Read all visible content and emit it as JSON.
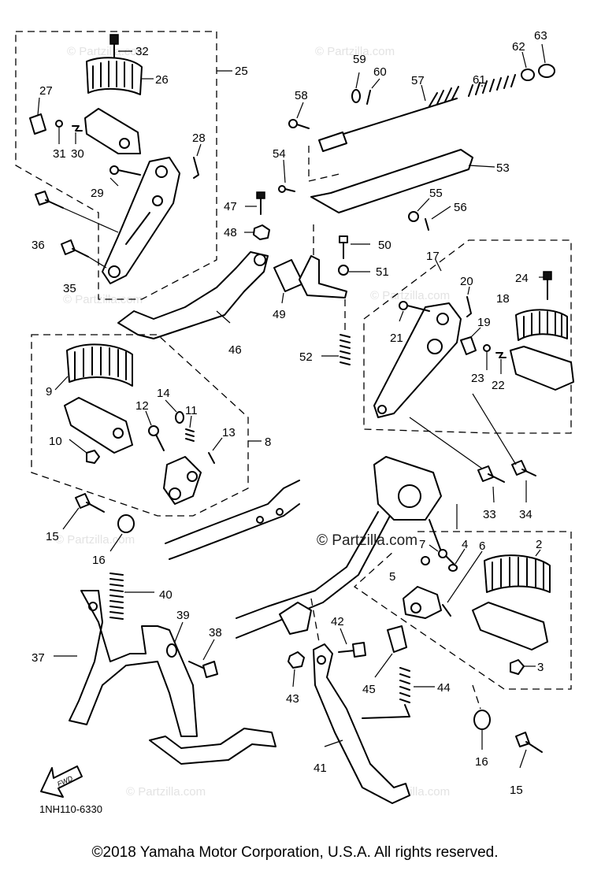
{
  "diagram": {
    "callouts": [
      "32",
      "25",
      "26",
      "27",
      "31",
      "30",
      "28",
      "29",
      "36",
      "35",
      "59",
      "60",
      "57",
      "61",
      "62",
      "63",
      "58",
      "54",
      "53",
      "47",
      "48",
      "55",
      "56",
      "50",
      "51",
      "49",
      "17",
      "20",
      "24",
      "18",
      "19",
      "21",
      "23",
      "22",
      "52",
      "46",
      "9",
      "14",
      "11",
      "12",
      "13",
      "8",
      "10",
      "34",
      "33",
      "15",
      "16",
      "7",
      "4",
      "6",
      "2",
      "5",
      "40",
      "39",
      "38",
      "42",
      "37",
      "45",
      "44",
      "3",
      "43",
      "41",
      "16",
      "15"
    ],
    "catalog_number": "1NH110-6330",
    "fwd_label": "FWD",
    "watermark_center": "© Partzilla.com",
    "watermark": "© Partzilla.com"
  },
  "footer": {
    "copyright": "©2018  Yamaha Motor Corporation, U.S.A. All rights reserved."
  }
}
